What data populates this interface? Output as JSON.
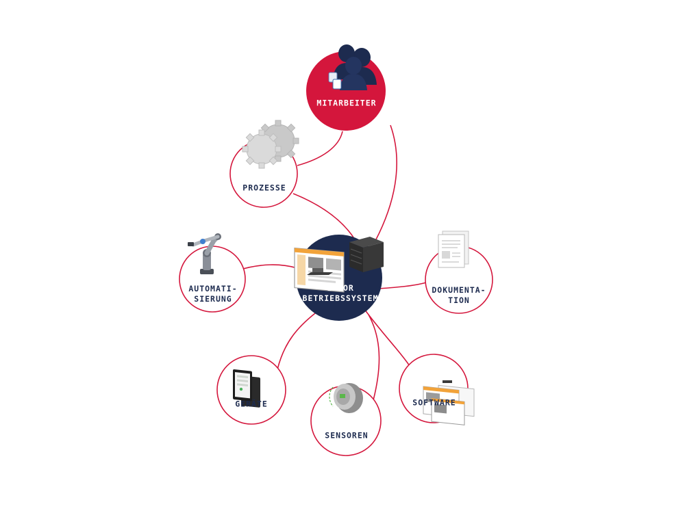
{
  "colors": {
    "accent": "#d4163c",
    "navy": "#1d2b4f",
    "white": "#ffffff",
    "gray": "#c8c8c8"
  },
  "center": {
    "label": "LABOR\nBETRIEBSSYSTEM"
  },
  "nodes": {
    "mitarbeiter": {
      "label": "MITARBEITER",
      "icon": "people-icon"
    },
    "prozesse": {
      "label": "PROZESSE",
      "icon": "gears-icon"
    },
    "automatisierung": {
      "label": "AUTOMATI-\nSIERUNG",
      "icon": "robot-arm-icon"
    },
    "dokumentation": {
      "label": "DOKUMENTA-\nTION",
      "icon": "document-icon"
    },
    "geraete": {
      "label": "GERÄTE",
      "icon": "tablet-icon"
    },
    "sensoren": {
      "label": "SENSOREN",
      "icon": "sensor-icon"
    },
    "software": {
      "label": "SOFTWARE",
      "icon": "screens-icon"
    }
  }
}
